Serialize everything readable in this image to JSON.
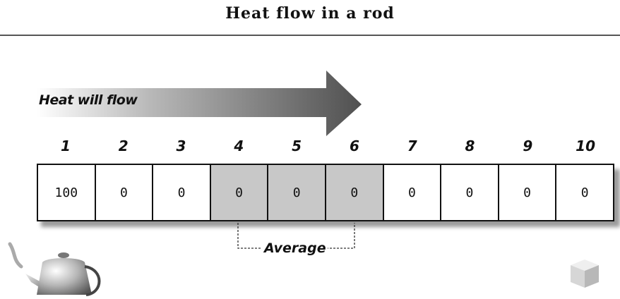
{
  "title": "Heat flow in a rod",
  "arrow": {
    "label": "Heat will flow",
    "direction": "right"
  },
  "rod": {
    "cells": [
      {
        "index": "1",
        "value": "100",
        "shaded": false
      },
      {
        "index": "2",
        "value": "0",
        "shaded": false
      },
      {
        "index": "3",
        "value": "0",
        "shaded": false
      },
      {
        "index": "4",
        "value": "0",
        "shaded": true
      },
      {
        "index": "5",
        "value": "0",
        "shaded": true
      },
      {
        "index": "6",
        "value": "0",
        "shaded": true
      },
      {
        "index": "7",
        "value": "0",
        "shaded": false
      },
      {
        "index": "8",
        "value": "0",
        "shaded": false
      },
      {
        "index": "9",
        "value": "0",
        "shaded": false
      },
      {
        "index": "10",
        "value": "0",
        "shaded": false
      }
    ]
  },
  "average": {
    "label": "Average"
  },
  "icons": {
    "left": "kettle-icon",
    "right": "ice-cube-icon"
  },
  "colors": {
    "shaded_cell": "#c8c8c8",
    "arrow_dark": "#555555",
    "arrow_light": "#ffffff"
  }
}
